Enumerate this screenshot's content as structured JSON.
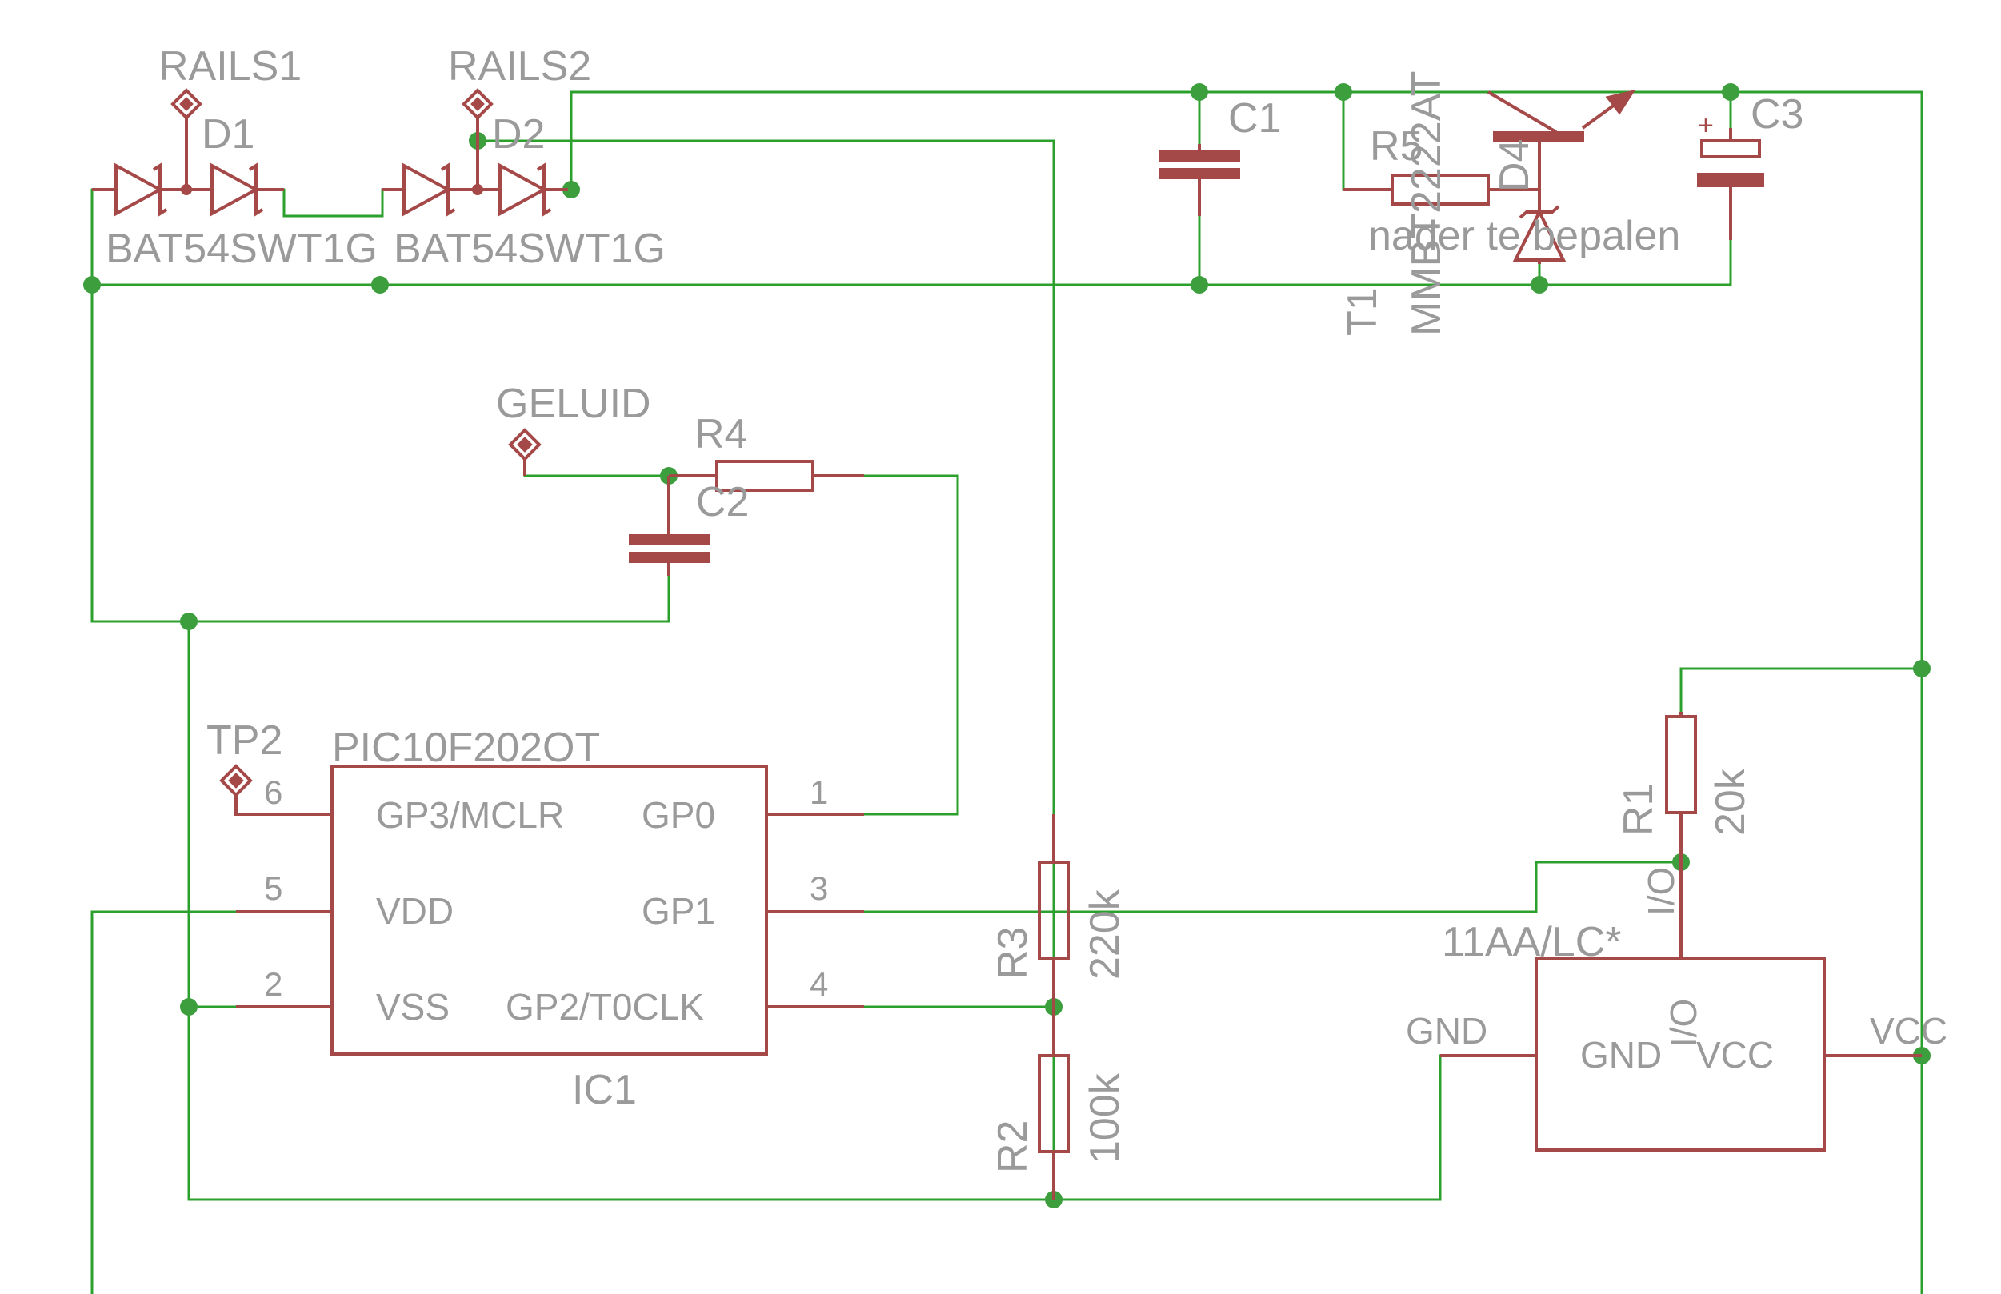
{
  "labels": {
    "rails1": "RAILS1",
    "rails2": "RAILS2",
    "d1": "D1",
    "d2": "D2",
    "d1_value": "BAT54SWT1G",
    "d2_value": "BAT54SWT1G",
    "c1": "C1",
    "c2": "C2",
    "c3": "C3",
    "r5": "R5",
    "d4": "D4",
    "t1": "T1",
    "t1_value": "MMBT2222AT",
    "note": "nader te bepalen",
    "geluid": "GELUID",
    "r4": "R4",
    "tp2": "TP2",
    "r1": "R1",
    "r1_value": "20k",
    "r2": "R2",
    "r2_value": "100k",
    "r3": "R3",
    "r3_value": "220k",
    "ic1_name": "PIC10F202OT",
    "ic1": "IC1",
    "u2_name": "11AA/LC*",
    "gnd_pin": "GND",
    "vcc_pin": "VCC",
    "io_pin": "I/O",
    "c3_plus": "+"
  },
  "ic1_pins": {
    "gp3": "GP3/MCLR",
    "vdd": "VDD",
    "vss": "VSS",
    "gp0": "GP0",
    "gp1": "GP1",
    "gp2": "GP2/T0CLK",
    "n6": "6",
    "n5": "5",
    "n2": "2",
    "n1": "1",
    "n3": "3",
    "n4": "4"
  },
  "u2_pins": {
    "gnd": "GND",
    "vcc": "VCC",
    "io": "I/O"
  },
  "colors": {
    "wire": "#2ca02c",
    "symbol": "#a54848",
    "text": "#9a9a9a"
  }
}
